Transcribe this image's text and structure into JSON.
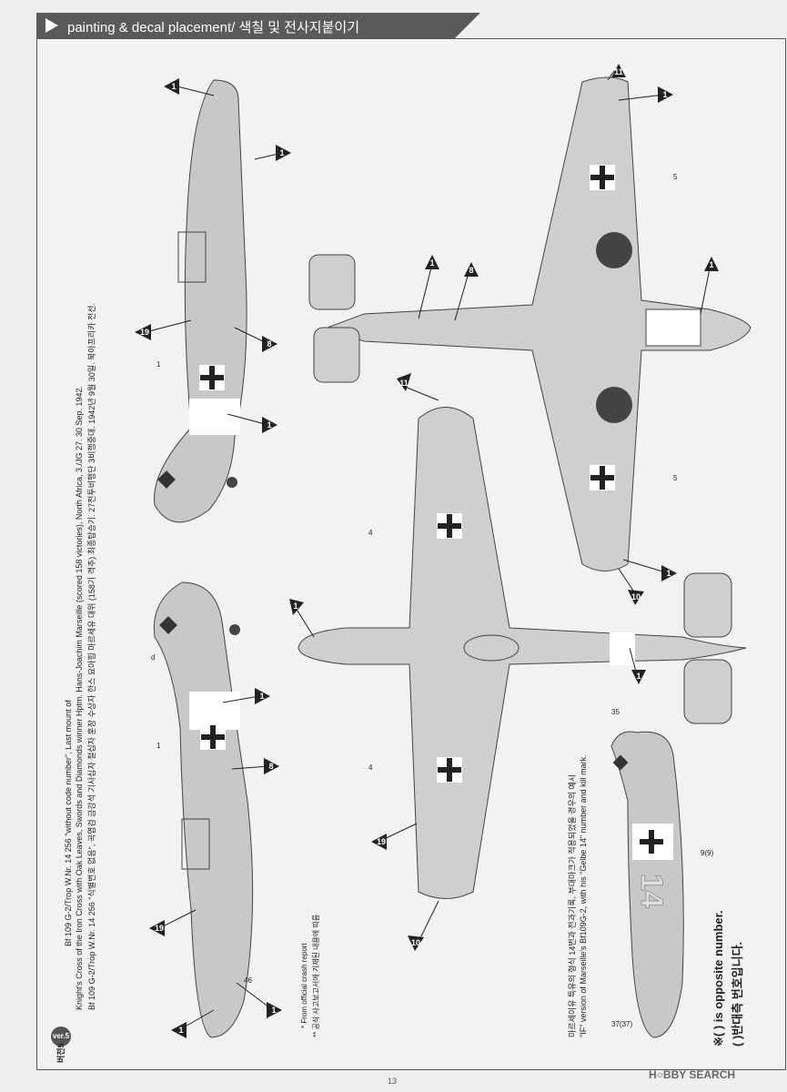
{
  "header": {
    "title": "painting & decal placement/ 색칠 및 전사지붙이기"
  },
  "page_number": "13",
  "watermark": "H○BBY SEARCH",
  "version": {
    "badge": "ver.5",
    "korean": "버전5"
  },
  "description": {
    "en_line1": "Bf 109 G-2/Trop W.Nr. 14 256 \"without code number\", Last mount of",
    "en_line2": "Knight's Cross of the Iron Cross with Oak Leaves, Swords and Diamonds winner Hptm. Hans-Joachim Marseille (scored 158 victories), North Africa, 3./JG 27. 30 Sep. 1942.",
    "ko_line": "Bf 109 G-2/Trop W.Nr. 14 256 \"식별번호 없음\", 곡엽검 금강석 기사십자 철십자 훈장 수상자 한스 요아힘 마르세유 대위 (158기 격추) 최종탑승기. 27전투비행단 3비행중대. 1942년 9월 30일. 북아프리카 전선."
  },
  "crash_note": {
    "en": "* From official crash report",
    "ko": "** 공식 사고보고서에 기재된 내용에 따름"
  },
  "if_note": {
    "ko": "마르세이유 특유의 형식 14번과 전과기록, 부대마크가 적용되었을 경우의 예시",
    "en": "\"IF\" version of Marseille's Bf109G-2, with his \"Gelbe 14\" number and kill mark."
  },
  "opposite_note": {
    "en": "※( ) is opposite number.",
    "ko": "( )반대측 번호입니다."
  },
  "callouts": [
    {
      "id": "c1a",
      "label": "1"
    },
    {
      "id": "c1b",
      "label": "1"
    },
    {
      "id": "c1c",
      "label": "1"
    },
    {
      "id": "c1d",
      "label": "1"
    },
    {
      "id": "c1e",
      "label": "1"
    },
    {
      "id": "c1f",
      "label": "1"
    },
    {
      "id": "c1g",
      "label": "1"
    },
    {
      "id": "c1h",
      "label": "1"
    },
    {
      "id": "c1i",
      "label": "1"
    },
    {
      "id": "c1j",
      "label": "1"
    },
    {
      "id": "c1k",
      "label": "1"
    },
    {
      "id": "c1l",
      "label": "1"
    },
    {
      "id": "c8a",
      "label": "8"
    },
    {
      "id": "c8b",
      "label": "8"
    },
    {
      "id": "c8c",
      "label": "8"
    },
    {
      "id": "c19a",
      "label": "19"
    },
    {
      "id": "c19b",
      "label": "19"
    },
    {
      "id": "c19c",
      "label": "19"
    },
    {
      "id": "c10a",
      "label": "10"
    },
    {
      "id": "c10b",
      "label": "10"
    },
    {
      "id": "c11a",
      "label": "11"
    },
    {
      "id": "c11b",
      "label": "11"
    }
  ],
  "small_labels": {
    "n4a": "4",
    "n4b": "4",
    "n5a": "5",
    "n5b": "5",
    "n1a": "1",
    "n1b": "1",
    "d": "d",
    "n46": "46",
    "n35": "35",
    "n9": "9(9)",
    "n37": "37(37)"
  }
}
